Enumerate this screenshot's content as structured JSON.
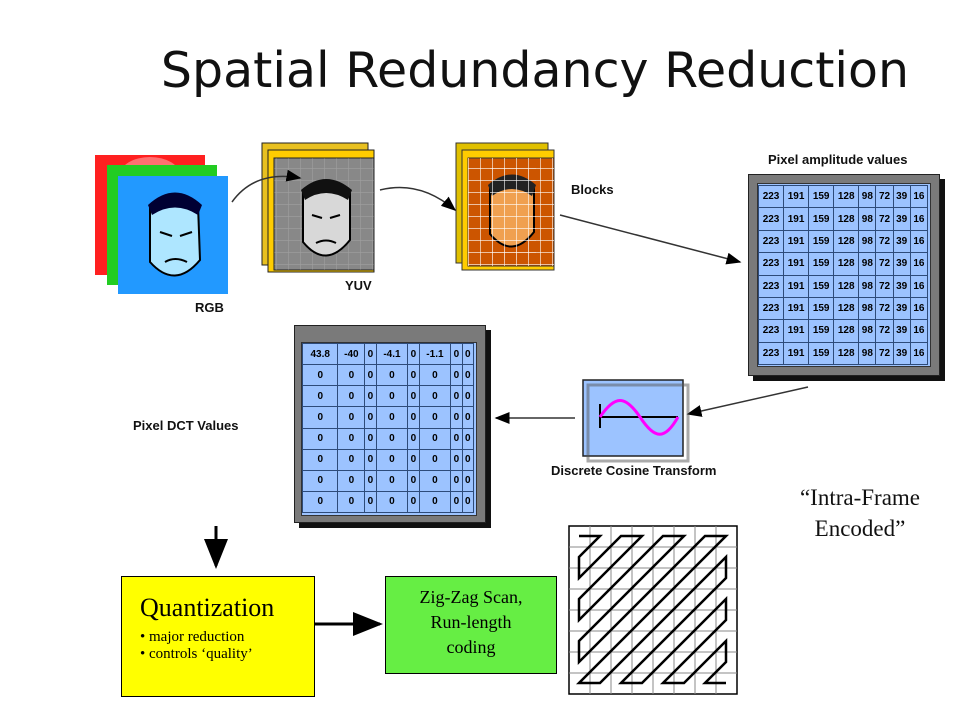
{
  "title": "Spatial Redundancy Reduction",
  "labels": {
    "rgb": "RGB",
    "yuv": "YUV",
    "blocks": "Blocks",
    "pixel_amplitude": "Pixel amplitude values",
    "pixel_dct": "Pixel DCT Values",
    "dct": "Discrete Cosine Transform"
  },
  "amplitude_row": [
    "223",
    "191",
    "159",
    "128",
    "98",
    "72",
    "39",
    "16"
  ],
  "dct_first_row": [
    "43.8",
    "-40",
    "0",
    "-4.1",
    "0",
    "-1.1",
    "0",
    "0"
  ],
  "dct_zero": "0",
  "quantization": {
    "title": "Quantization",
    "bullets": [
      "major reduction",
      "controls ‘quality’"
    ]
  },
  "zigzag": {
    "lines": [
      "Zig-Zag Scan,",
      "Run-length",
      "coding"
    ]
  },
  "intra": {
    "line1": "“Intra-Frame",
    "line2": "Encoded”"
  },
  "colors": {
    "grid_fill": "#9cc3ff",
    "quant_bg": "#ffff00",
    "zigzag_bg": "#66ee44",
    "wave": "#ff00ff"
  }
}
